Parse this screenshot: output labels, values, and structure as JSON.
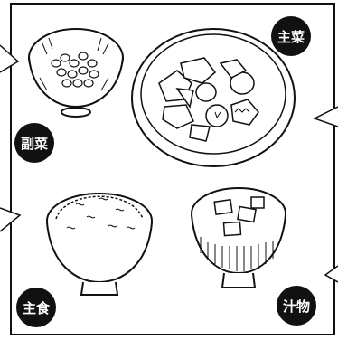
{
  "labels": {
    "main_dish": "主菜",
    "side_dish": "副菜",
    "staple": "主食",
    "soup": "汁物"
  },
  "colors": {
    "ink": "#111111",
    "paper": "#ffffff"
  }
}
